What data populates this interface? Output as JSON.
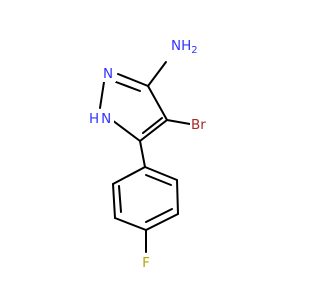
{
  "molecule": {
    "atoms": {
      "amine": {
        "label": "NH2",
        "text": "N",
        "sub_h": "H",
        "sub_2": "2",
        "color": "#3333ff"
      },
      "n2": {
        "label": "N",
        "color": "#3333ff"
      },
      "n1h": {
        "label": "HN",
        "h": "H",
        "n": "N",
        "color": "#3333ff"
      },
      "bromine": {
        "label": "Br",
        "color": "#a52a2a"
      },
      "fluorine": {
        "label": "F",
        "color": "#b3a600"
      }
    }
  }
}
